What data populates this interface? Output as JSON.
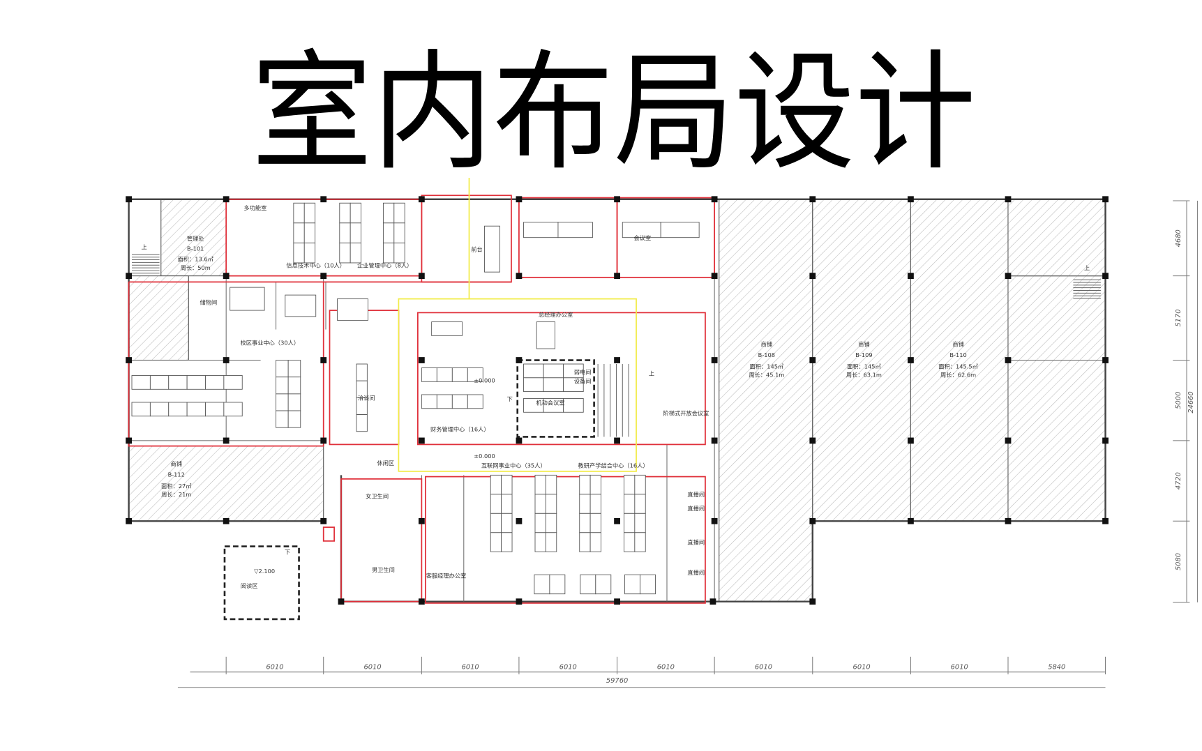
{
  "title": "室内布局设计",
  "rooms": {
    "multi_function": "多功能室",
    "management": {
      "name": "管理处",
      "code": "B-101",
      "area": "面积：13.6㎡",
      "perimeter": "周长：50m"
    },
    "it_center": "信息技术中心（10人）",
    "enterprise_center": "企业管理中心（8人）",
    "reception": "前台",
    "meeting_room": "会议室",
    "storage": "储物间",
    "campus_center": "校区事业中心（30人）",
    "negotiation": "洽谈间",
    "gm_office": "总经理办公室",
    "weak_current": "弱电间",
    "equipment": "设备间",
    "flex_meeting": "机动会议室",
    "finance_center": "财务管理中心（16人）",
    "stepped_meeting": "阶梯式开放会议室",
    "lounge": "休闲区",
    "internet_center": "互联网事业中心（35人）",
    "research_center": "教研产学结合中心（16人）",
    "live_rooms": [
      "直播间",
      "直播间",
      "直播间",
      "直播间"
    ],
    "female_wc": "女卫生间",
    "male_wc": "男卫生间",
    "service_office": "客服经理办公室",
    "reading": "阅读区",
    "reading_level": "▽2.100",
    "level_a": "±0.000",
    "level_b": "±0.000",
    "shops": [
      {
        "name": "商铺",
        "code": "B-112",
        "area": "面积：27㎡",
        "perimeter": "周长：21m"
      },
      {
        "name": "商铺",
        "code": "B-108",
        "area": "面积：145㎡",
        "perimeter": "周长：45.1m"
      },
      {
        "name": "商铺",
        "code": "B-109",
        "area": "面积：145㎡",
        "perimeter": "周长：63.1m"
      },
      {
        "name": "商铺",
        "code": "B-110",
        "area": "面积：145.5㎡",
        "perimeter": "周长：62.6m"
      }
    ],
    "stair_up": "上",
    "stair_down": "下"
  },
  "dimensions": {
    "horizontal": [
      "6010",
      "6010",
      "6010",
      "6010",
      "6010",
      "6010",
      "6010",
      "6010",
      "5840"
    ],
    "horizontal_total": "59760",
    "vertical": [
      "4680",
      "5170",
      "5000",
      "4720",
      "5080"
    ],
    "vertical_total": "24660"
  },
  "colors": {
    "zone_outline": "#e0303a",
    "highlight_outline": "#f2ec4a",
    "wall": "#444444"
  }
}
